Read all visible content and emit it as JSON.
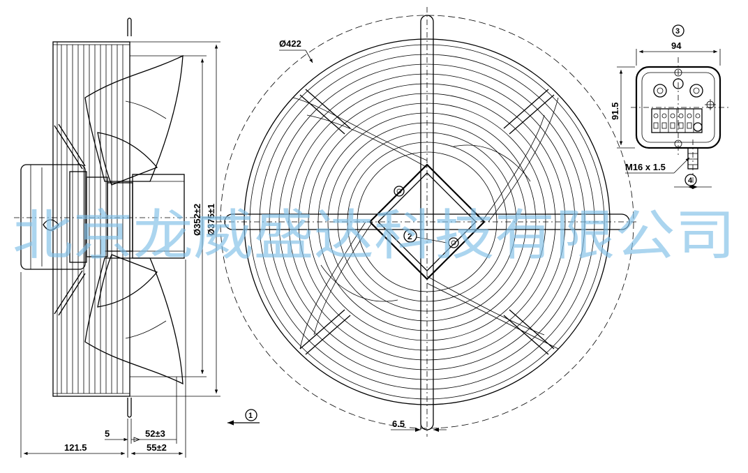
{
  "dimensions": {
    "outer_diameter": "Ø422",
    "diameter_352": "Ø352±2",
    "diameter_375": "Ø375±1",
    "width_121_5": "121.5",
    "width_5": "5",
    "width_52": "52±3",
    "width_55": "55±2",
    "width_6_5": "6.5",
    "box_width": "94",
    "box_height": "91.5",
    "cable_gland": "M16 x 1.5"
  },
  "callouts": {
    "c1": "1",
    "c2": "2",
    "c3": "3",
    "c4": "4"
  },
  "watermark": "北京龙威盛达科技有限公司"
}
